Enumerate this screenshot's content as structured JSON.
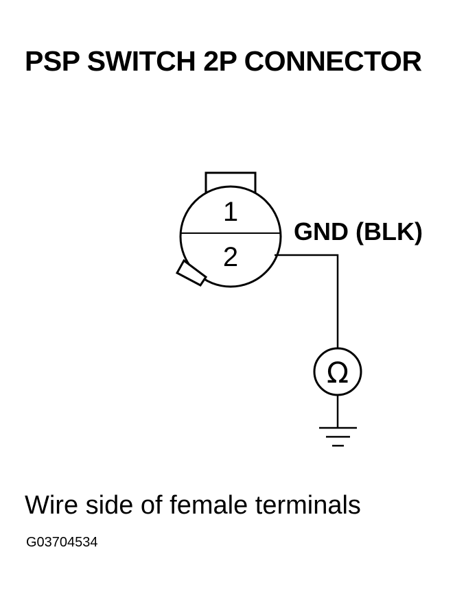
{
  "title": "PSP SWITCH 2P CONNECTOR",
  "connector": {
    "pin_1": "1",
    "pin_2": "2"
  },
  "wire_label": "GND (BLK)",
  "meter_symbol": "Ω",
  "meter_icon": "ohmmeter-icon",
  "ground_icon": "ground-icon",
  "caption": "Wire side of female terminals",
  "figure_code": "G03704534"
}
